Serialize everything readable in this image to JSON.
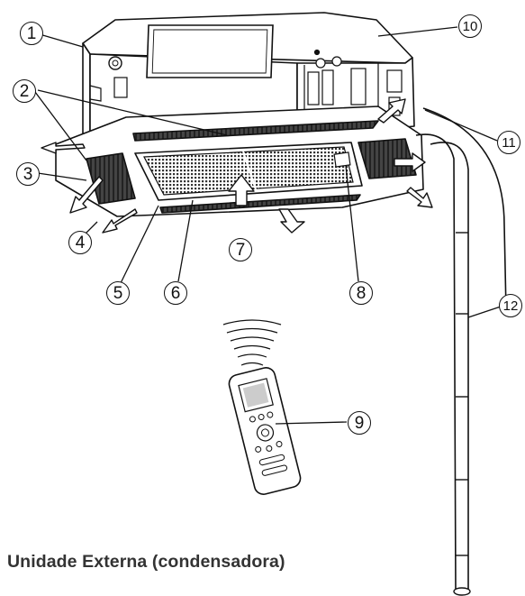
{
  "callouts": {
    "c1": "1",
    "c2": "2",
    "c3": "3",
    "c4": "4",
    "c5": "5",
    "c6": "6",
    "c7": "7",
    "c8": "8",
    "c9": "9",
    "c10": "10",
    "c11": "11",
    "c12": "12"
  },
  "caption": "Unidade Externa (condensadora)"
}
